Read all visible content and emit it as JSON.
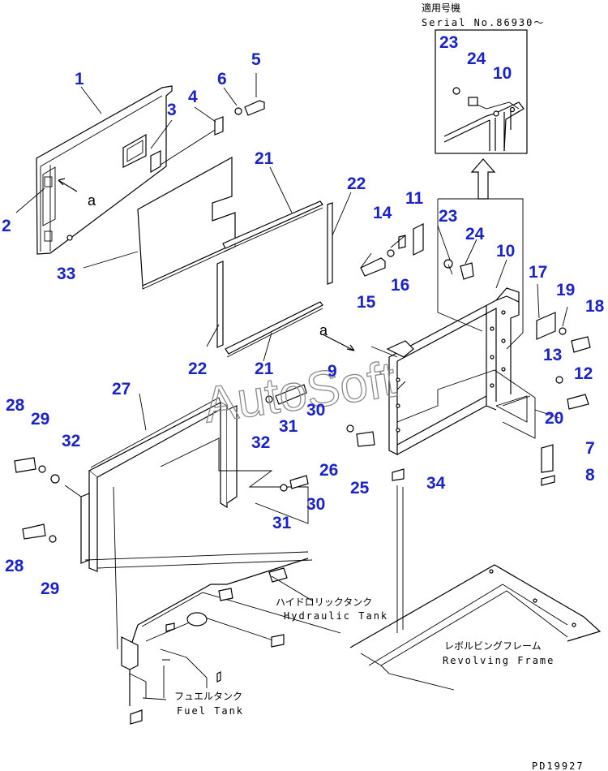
{
  "header": {
    "model_label": "適用号機",
    "serial_label": "Serial No.86930～"
  },
  "labels": {
    "hydraulic_tank_jp": "ハイドロリックタンク",
    "hydraulic_tank_en": "Hydraulic Tank",
    "revolving_frame_jp": "レボルビングフレーム",
    "revolving_frame_en": "Revolving Frame",
    "fuel_tank_jp": "フュエルタンク",
    "fuel_tank_en": "Fuel Tank",
    "view_a_1": "a",
    "view_a_2": "a"
  },
  "watermark": "AutoSoft",
  "drawing_id": "PD19927",
  "callouts": {
    "c1": "1",
    "c2": "2",
    "c3": "3",
    "c4": "4",
    "c5": "5",
    "c6": "6",
    "c33": "33",
    "c21a": "21",
    "c22a": "22",
    "c22b": "22",
    "c21b": "21",
    "c11": "11",
    "c14": "14",
    "c16": "16",
    "c15": "15",
    "c23a": "23",
    "c24a": "24",
    "c10a": "10",
    "c23b": "23",
    "c24b": "24",
    "c10b": "10",
    "c17": "17",
    "c19": "19",
    "c18": "18",
    "c13": "13",
    "c12": "12",
    "c9": "9",
    "c20": "20",
    "c7": "7",
    "c8": "8",
    "c27": "27",
    "c28a": "28",
    "c29a": "29",
    "c32a": "32",
    "c30a": "30",
    "c31a": "31",
    "c32b": "32",
    "c26": "26",
    "c25": "25",
    "c34": "34",
    "c31b": "31",
    "c30b": "30",
    "c28b": "28",
    "c29b": "29"
  }
}
